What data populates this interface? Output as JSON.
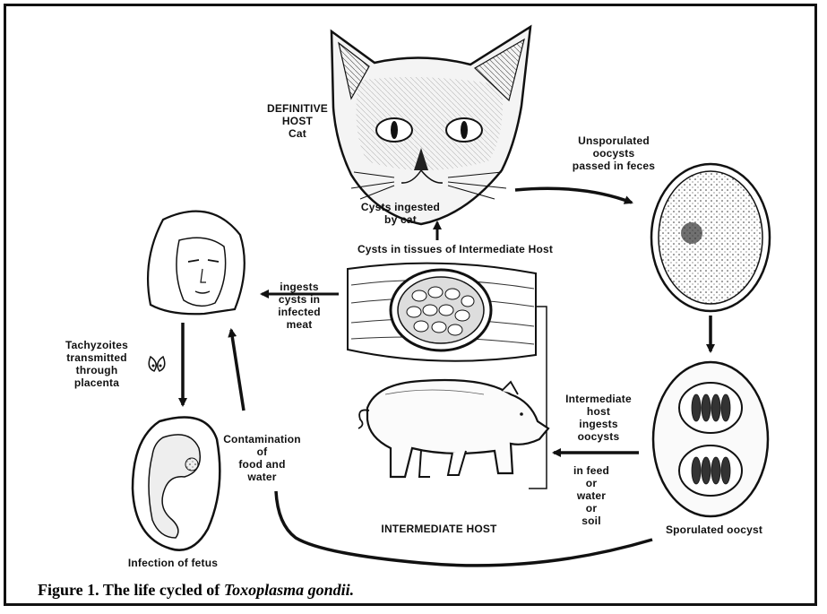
{
  "labels": {
    "definitive_host": [
      "DEFINITIVE",
      "HOST",
      "Cat"
    ],
    "cysts_ingested": [
      "Cysts ingested",
      "by cat"
    ],
    "unsporulated": [
      "Unsporulated",
      "oocysts",
      "passed in feces"
    ],
    "cysts_in_tissues": "Cysts in tissues of Intermediate Host",
    "ingests_cysts": [
      "ingests",
      "cysts in",
      "infected",
      "meat"
    ],
    "tachyzoites": [
      "Tachyzoites",
      "transmitted",
      "through",
      "placenta"
    ],
    "contamination": [
      "Contamination",
      "of",
      "food and",
      "water"
    ],
    "intermediate_ingests": [
      "Intermediate",
      "host",
      "ingests",
      "oocysts"
    ],
    "in_feed": [
      "in feed",
      "or",
      "water",
      "or",
      "soil"
    ],
    "intermediate_host": "INTERMEDIATE HOST",
    "sporulated": "Sporulated oocyst",
    "infection_fetus": "Infection of fetus"
  },
  "caption": {
    "prefix": "Figure 1. The life cycled of ",
    "species": "Toxoplasma gondii."
  },
  "colors": {
    "ink": "#111111",
    "background": "#ffffff"
  }
}
